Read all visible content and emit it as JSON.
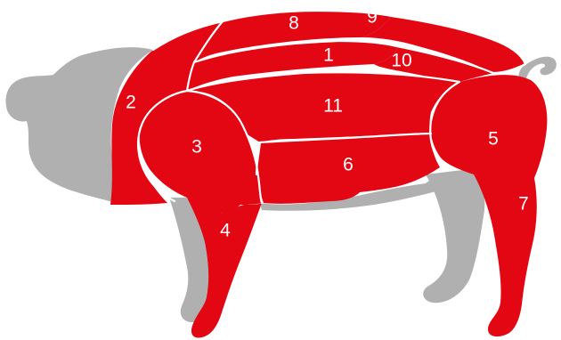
{
  "colors": {
    "body": "#b0b0b0",
    "cut": "#e30613",
    "seam": "#ffffff",
    "label": "#ffffff"
  },
  "cuts": [
    {
      "id": "1",
      "label": "1"
    },
    {
      "id": "2",
      "label": "2"
    },
    {
      "id": "3",
      "label": "3"
    },
    {
      "id": "4",
      "label": "4"
    },
    {
      "id": "5",
      "label": "5"
    },
    {
      "id": "6",
      "label": "6"
    },
    {
      "id": "7",
      "label": "7"
    },
    {
      "id": "8",
      "label": "8"
    },
    {
      "id": "9",
      "label": "9"
    },
    {
      "id": "10",
      "label": "10"
    },
    {
      "id": "11",
      "label": "11"
    }
  ]
}
